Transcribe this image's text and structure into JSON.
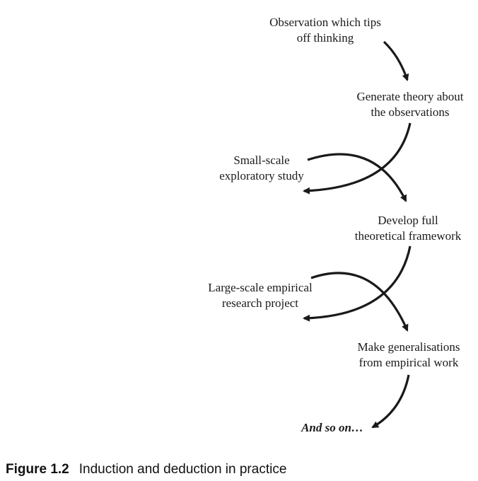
{
  "nodes": {
    "observation": [
      "Observation which tips",
      "off thinking"
    ],
    "generate_theory": [
      "Generate theory about",
      "the observations"
    ],
    "small_scale": [
      "Small-scale",
      "exploratory study"
    ],
    "develop_framework": [
      "Develop full",
      "theoretical framework"
    ],
    "large_scale": [
      "Large-scale empirical",
      "research project"
    ],
    "generalisations": [
      "Make generalisations",
      "from empirical work"
    ],
    "and_so_on": "And so on…"
  },
  "caption": {
    "label": "Figure 1.2",
    "text": "Induction and deduction in practice"
  },
  "colors": {
    "ink": "#1a1a1a",
    "arrow": "#1a1a1a"
  }
}
